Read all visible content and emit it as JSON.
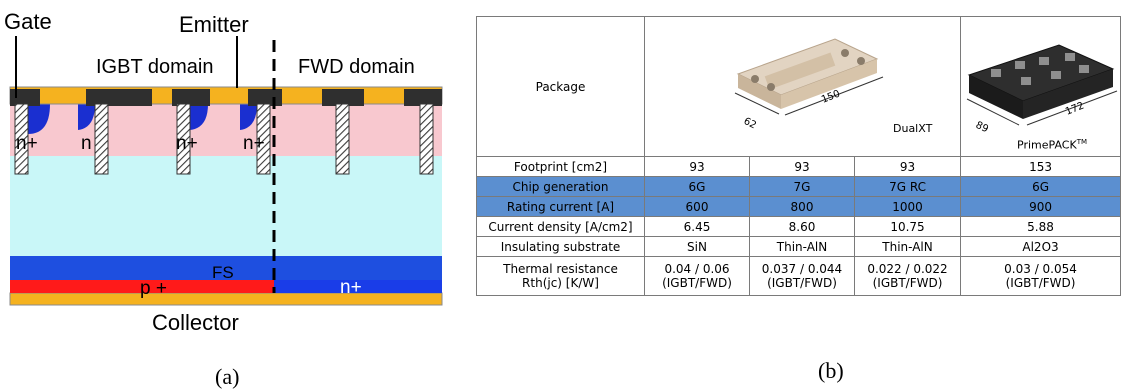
{
  "panel_a": {
    "caption": "(a)",
    "labels": {
      "gate": "Gate",
      "emitter": "Emitter",
      "igbt_domain": "IGBT domain",
      "fwd_domain": "FWD domain",
      "n_plus_1": "n+",
      "n_plus_2": "n",
      "n_plus_3": "n+",
      "n_plus_4": "n+",
      "fs": "FS",
      "p_plus": "p +",
      "n_plus_bottom": "n+",
      "collector": "Collector"
    },
    "colors": {
      "metal": "#f5b21f",
      "gate_poly": "#2f2f2f",
      "p_base": "#f8c8cf",
      "drift": "#c9f7f8",
      "fs": "#1e4fe0",
      "p_plus": "#ff1a1a",
      "n_plus": "#1a3de8",
      "n_source": "#1a2fd0"
    }
  },
  "panel_b": {
    "caption": "(b)",
    "package_label": "Package",
    "packages": [
      {
        "name": "DualXT",
        "dim_a": "62",
        "dim_b": "150"
      },
      {
        "name": "PrimePACK",
        "name_sup": "TM",
        "dim_a": "89",
        "dim_b": "172"
      }
    ],
    "rows": [
      {
        "label": "Footprint [cm2]",
        "values": [
          "93",
          "93",
          "93",
          "153"
        ],
        "highlight": false
      },
      {
        "label": "Chip generation",
        "values": [
          "6G",
          "7G",
          "7G RC",
          "6G"
        ],
        "highlight": true
      },
      {
        "label": "Rating current [A]",
        "values": [
          "600",
          "800",
          "1000",
          "900"
        ],
        "highlight": true
      },
      {
        "label": "Current density [A/cm2]",
        "values": [
          "6.45",
          "8.60",
          "10.75",
          "5.88"
        ],
        "highlight": false
      },
      {
        "label": "Insulating substrate",
        "values": [
          "SiN",
          "Thin-AlN",
          "Thin-AlN",
          "Al2O3"
        ],
        "highlight": false
      }
    ],
    "thermal": {
      "label_1": "Thermal resistance",
      "label_2": "Rth(jc) [K/W]",
      "values": [
        {
          "v": "0.04 / 0.06",
          "u": "(IGBT/FWD)"
        },
        {
          "v": "0.037 / 0.044",
          "u": "(IGBT/FWD)"
        },
        {
          "v": "0.022 / 0.022",
          "u": "(IGBT/FWD)"
        },
        {
          "v": "0.03 / 0.054",
          "u": "(IGBT/FWD)"
        }
      ]
    },
    "highlight_color": "#5b8fd0"
  }
}
